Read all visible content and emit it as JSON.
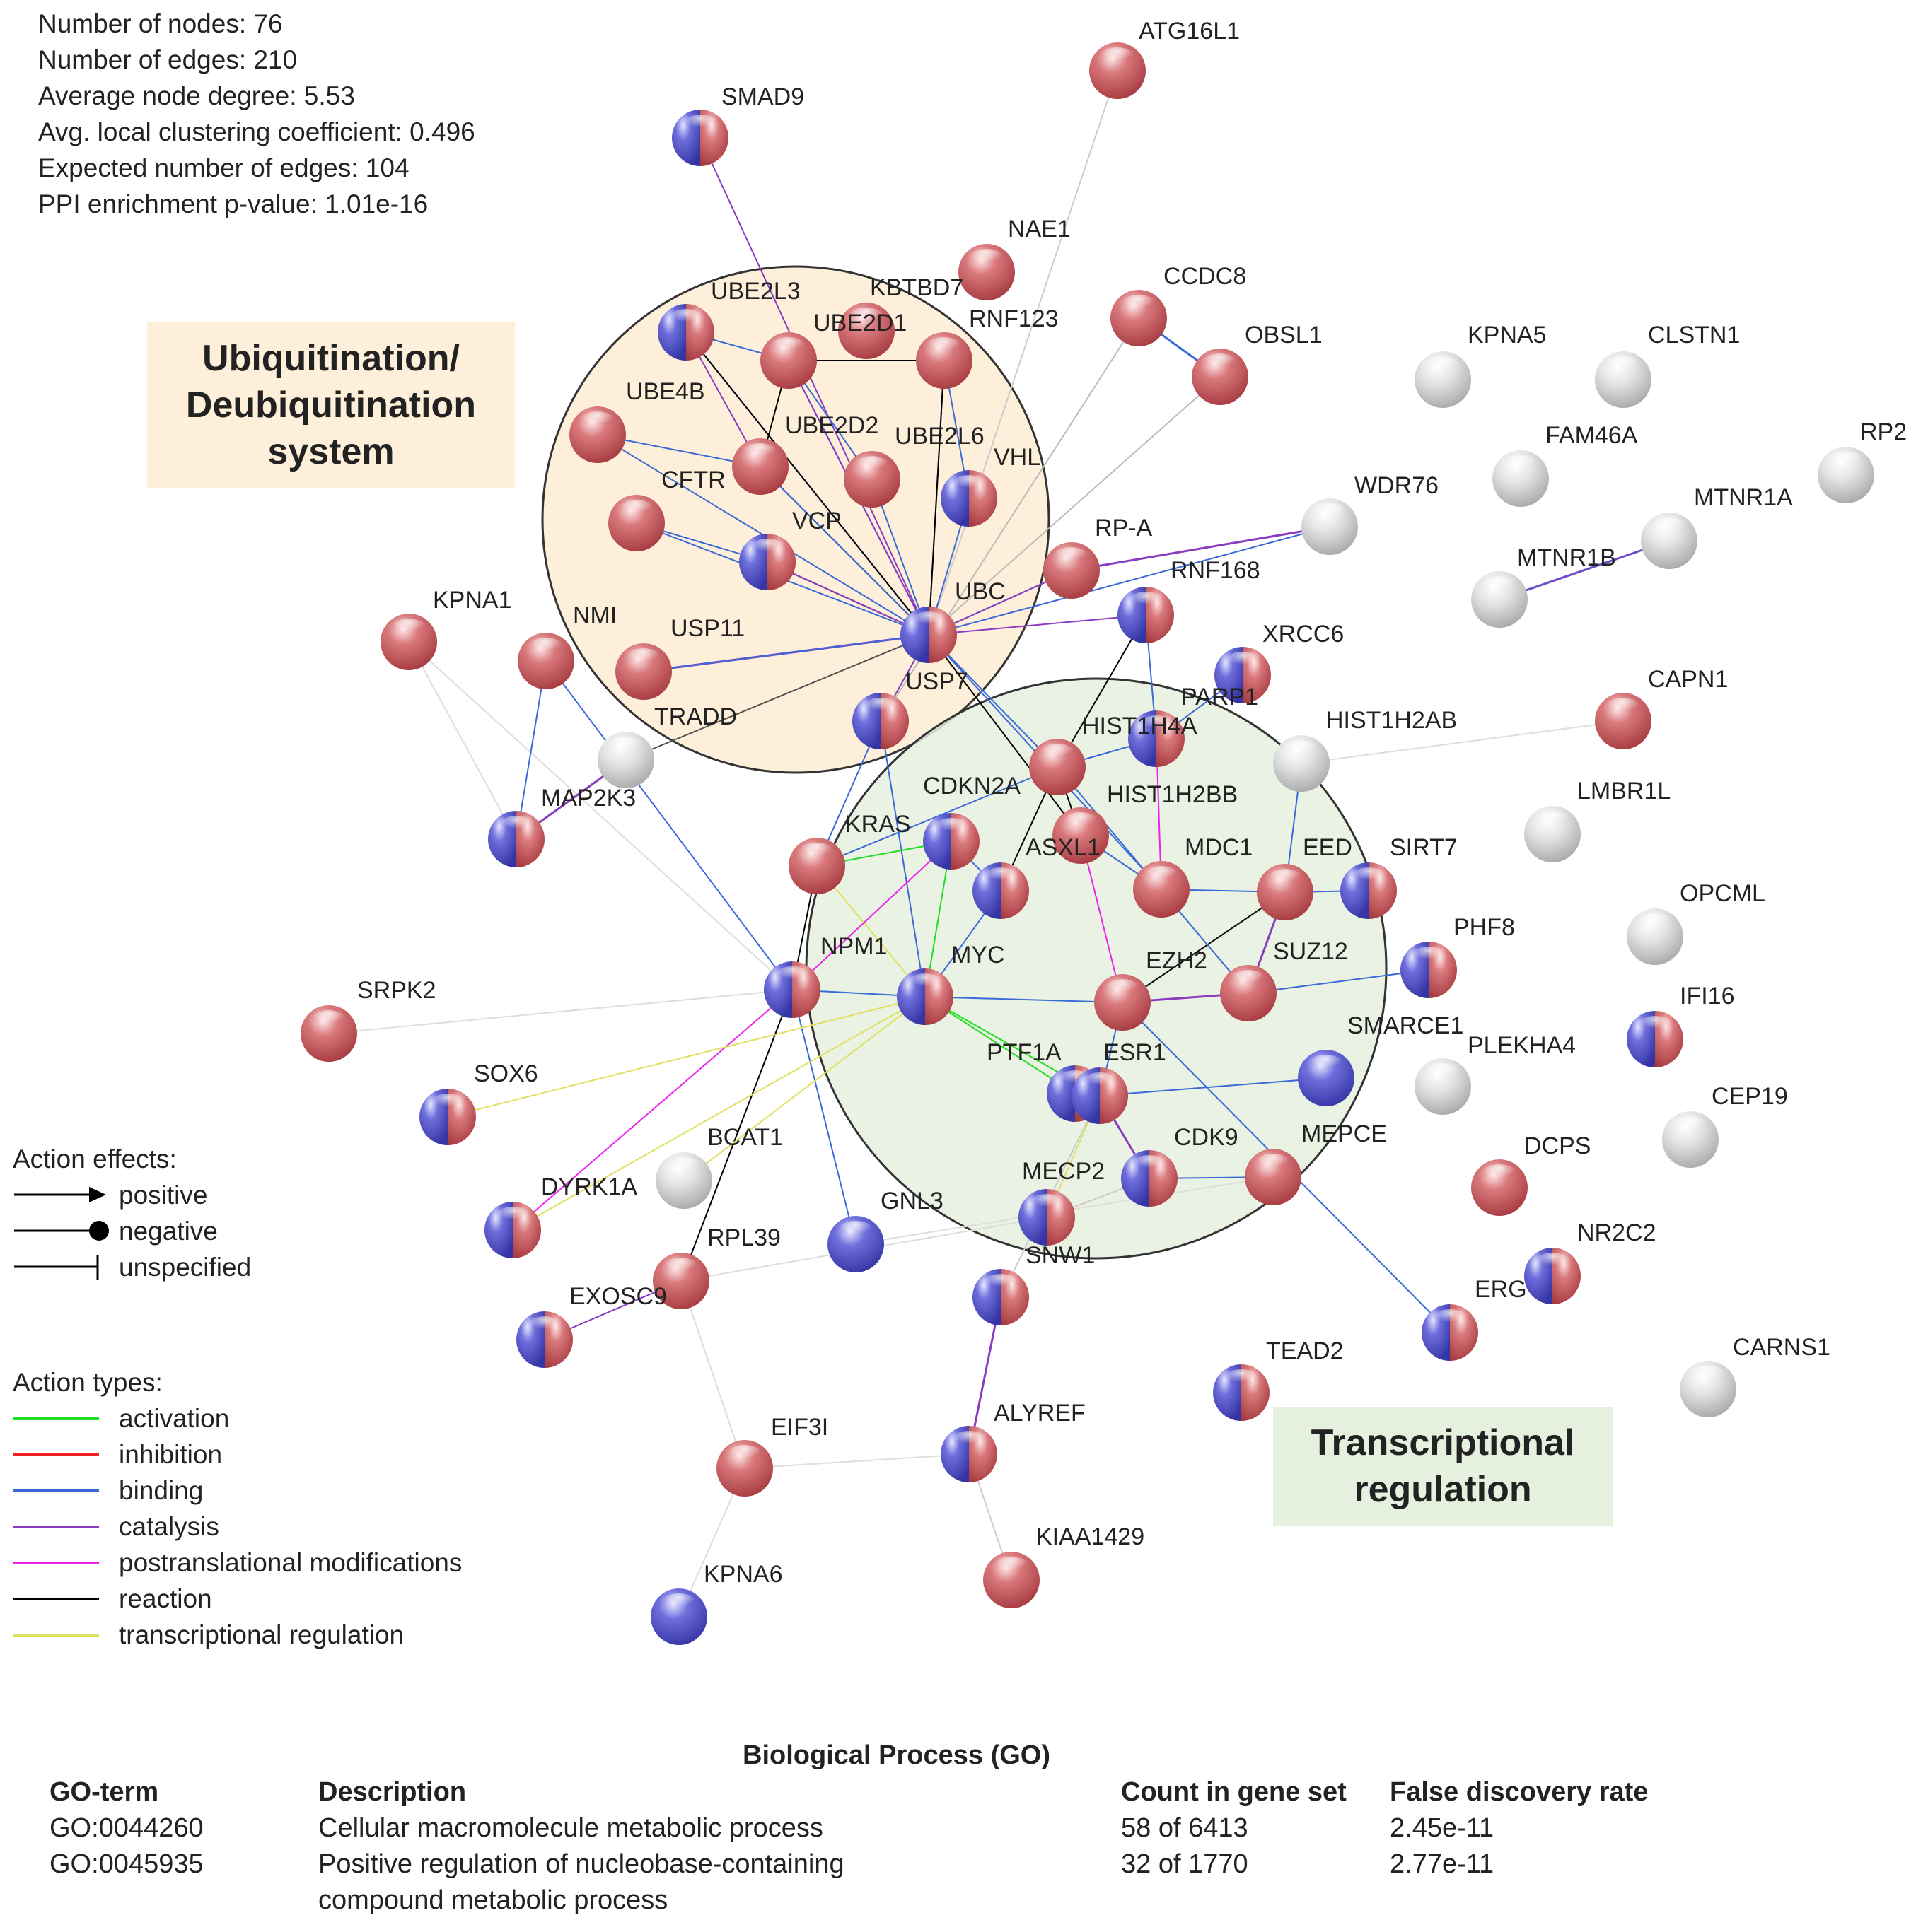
{
  "stats": [
    "Number of nodes: 76",
    "Number of edges: 210",
    "Average node degree: 5.53",
    "Avg. local clustering coefficient: 0.496",
    "Expected number of edges: 104",
    "PPI enrichment p-value:  1.01e-16"
  ],
  "clusters": {
    "ubiquitination": "Ubiquitination/ Deubiquitination system",
    "transcription": "Transcriptional regulation"
  },
  "colors": {
    "node_red": "#c85a5e",
    "node_blue": "#5252c8",
    "node_gray": "#d8d8d8",
    "cluster_ubiq": "#fdefd9",
    "cluster_trans": "#e6f0df"
  },
  "legend": {
    "effects_title": "Action effects:",
    "effects": [
      {
        "label": "positive",
        "marker": "arrow"
      },
      {
        "label": "negative",
        "marker": "dot"
      },
      {
        "label": "unspecified",
        "marker": "bar"
      }
    ],
    "types_title": "Action types:",
    "types": [
      {
        "label": "activation",
        "color": "#22dd22"
      },
      {
        "label": "inhibition",
        "color": "#ee2222"
      },
      {
        "label": "binding",
        "color": "#3a6ad8"
      },
      {
        "label": "catalysis",
        "color": "#8a3cc0"
      },
      {
        "label": "postranslational  modifications",
        "color": "#ee22ee"
      },
      {
        "label": "reaction",
        "color": "#000000"
      },
      {
        "label": "transcriptional regulation",
        "color": "#e0e060"
      }
    ]
  },
  "nodes": [
    {
      "id": "ATG16L1",
      "type": "red"
    },
    {
      "id": "SMAD9",
      "type": "mixed"
    },
    {
      "id": "NAE1",
      "type": "red"
    },
    {
      "id": "CCDC8",
      "type": "red"
    },
    {
      "id": "OBSL1",
      "type": "red"
    },
    {
      "id": "KPNA5",
      "type": "gray"
    },
    {
      "id": "CLSTN1",
      "type": "gray"
    },
    {
      "id": "RP2",
      "type": "gray"
    },
    {
      "id": "FAM46A",
      "type": "gray"
    },
    {
      "id": "MTNR1A",
      "type": "gray"
    },
    {
      "id": "MTNR1B",
      "type": "gray"
    },
    {
      "id": "WDR76",
      "type": "gray"
    },
    {
      "id": "UBE2L3",
      "type": "mixed"
    },
    {
      "id": "KBTBD7",
      "type": "red"
    },
    {
      "id": "UBE2D1",
      "type": "red"
    },
    {
      "id": "RNF123",
      "type": "red"
    },
    {
      "id": "UBE4B",
      "type": "red"
    },
    {
      "id": "UBE2D2",
      "type": "red"
    },
    {
      "id": "UBE2L6",
      "type": "red"
    },
    {
      "id": "VHL",
      "type": "mixed"
    },
    {
      "id": "CFTR",
      "type": "red"
    },
    {
      "id": "VCP",
      "type": "mixed"
    },
    {
      "id": "RP-A",
      "type": "red"
    },
    {
      "id": "RNF168",
      "type": "mixed"
    },
    {
      "id": "UBC",
      "type": "mixed"
    },
    {
      "id": "USP11",
      "type": "red"
    },
    {
      "id": "NMI",
      "type": "red"
    },
    {
      "id": "KPNA1",
      "type": "red"
    },
    {
      "id": "XRCC6",
      "type": "mixed"
    },
    {
      "id": "CAPN1",
      "type": "red"
    },
    {
      "id": "USP7",
      "type": "mixed"
    },
    {
      "id": "TRADD",
      "type": "gray"
    },
    {
      "id": "PARP1",
      "type": "mixed"
    },
    {
      "id": "HIST1H4A",
      "type": "red"
    },
    {
      "id": "HIST1H2AB",
      "type": "gray"
    },
    {
      "id": "LMBR1L",
      "type": "gray"
    },
    {
      "id": "MAP2K3",
      "type": "mixed"
    },
    {
      "id": "CDKN2A",
      "type": "mixed"
    },
    {
      "id": "HIST1H2BB",
      "type": "red"
    },
    {
      "id": "KRAS",
      "type": "red"
    },
    {
      "id": "ASXL1",
      "type": "mixed"
    },
    {
      "id": "MDC1",
      "type": "red"
    },
    {
      "id": "EED",
      "type": "red"
    },
    {
      "id": "SIRT7",
      "type": "mixed"
    },
    {
      "id": "OPCML",
      "type": "gray"
    },
    {
      "id": "NPM1",
      "type": "mixed"
    },
    {
      "id": "MYC",
      "type": "mixed"
    },
    {
      "id": "EZH2",
      "type": "red"
    },
    {
      "id": "SUZ12",
      "type": "red"
    },
    {
      "id": "PHF8",
      "type": "mixed"
    },
    {
      "id": "IFI16",
      "type": "mixed"
    },
    {
      "id": "SRPK2",
      "type": "red"
    },
    {
      "id": "SMARCE1",
      "type": "blue"
    },
    {
      "id": "PLEKHA4",
      "type": "gray"
    },
    {
      "id": "SOX6",
      "type": "mixed"
    },
    {
      "id": "PTF1A",
      "type": "mixed"
    },
    {
      "id": "ESR1",
      "type": "mixed"
    },
    {
      "id": "CEP19",
      "type": "gray"
    },
    {
      "id": "BCAT1",
      "type": "gray"
    },
    {
      "id": "CDK9",
      "type": "mixed"
    },
    {
      "id": "MEPCE",
      "type": "red"
    },
    {
      "id": "DCPS",
      "type": "red"
    },
    {
      "id": "DYRK1A",
      "type": "mixed"
    },
    {
      "id": "MECP2",
      "type": "mixed"
    },
    {
      "id": "GNL3",
      "type": "blue"
    },
    {
      "id": "RPL39",
      "type": "red"
    },
    {
      "id": "NR2C2",
      "type": "mixed"
    },
    {
      "id": "SNW1",
      "type": "mixed"
    },
    {
      "id": "ERG",
      "type": "mixed"
    },
    {
      "id": "EXOSC9",
      "type": "mixed"
    },
    {
      "id": "TEAD2",
      "type": "mixed"
    },
    {
      "id": "CARNS1",
      "type": "gray"
    },
    {
      "id": "ALYREF",
      "type": "mixed"
    },
    {
      "id": "EIF3I",
      "type": "red"
    },
    {
      "id": "KIAA1429",
      "type": "red"
    },
    {
      "id": "KPNA6",
      "type": "blue"
    }
  ],
  "go_table": {
    "title": "Biological Process (GO)",
    "headers": [
      "GO-term",
      "Description",
      "Count in gene set",
      "False discovery rate"
    ],
    "rows": [
      {
        "term": "GO:0044260",
        "description": [
          "Cellular macromolecule metabolic process"
        ],
        "count": "58 of 6413",
        "fdr": "2.45e-11"
      },
      {
        "term": "GO:0045935",
        "description": [
          "Positive regulation of nucleobase-containing",
          "compound metabolic process"
        ],
        "count": "32 of 1770",
        "fdr": "2.77e-11"
      }
    ]
  }
}
